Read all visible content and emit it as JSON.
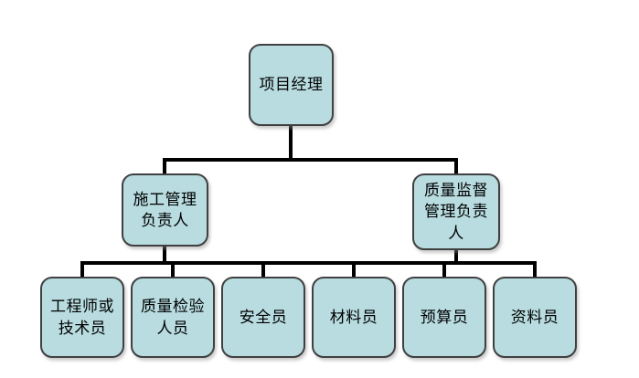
{
  "diagram": {
    "type": "org-chart",
    "colors": {
      "node_fill": "#b8dce0",
      "node_border": "#404040",
      "connector": "#000000",
      "background": "#ffffff",
      "text": "#000000"
    },
    "nodes": {
      "root": {
        "label": "项目经理",
        "text": "项目经理"
      },
      "l2a": {
        "label": "施工管理负责人",
        "text": "施工管理\n负责人"
      },
      "l2b": {
        "label": "质量监督管理负责人",
        "text": "质量监督\n管理负责\n人"
      },
      "l3a": {
        "label": "工程师或技术员",
        "text": "工程师或\n技术员"
      },
      "l3b": {
        "label": "质量检验人员",
        "text": "质量检验\n人员"
      },
      "l3c": {
        "label": "安全员",
        "text": "安全员"
      },
      "l3d": {
        "label": "材料员",
        "text": "材料员"
      },
      "l3e": {
        "label": "预算员",
        "text": "预算员"
      },
      "l3f": {
        "label": "资料员",
        "text": "资料员"
      }
    },
    "edges": [
      [
        "root",
        "l2a"
      ],
      [
        "root",
        "l2b"
      ],
      [
        "l2a",
        "level3-bus"
      ],
      [
        "l2b",
        "level3-bus"
      ],
      [
        "level3-bus",
        "l3a"
      ],
      [
        "level3-bus",
        "l3b"
      ],
      [
        "level3-bus",
        "l3c"
      ],
      [
        "level3-bus",
        "l3d"
      ],
      [
        "level3-bus",
        "l3e"
      ],
      [
        "level3-bus",
        "l3f"
      ]
    ]
  }
}
